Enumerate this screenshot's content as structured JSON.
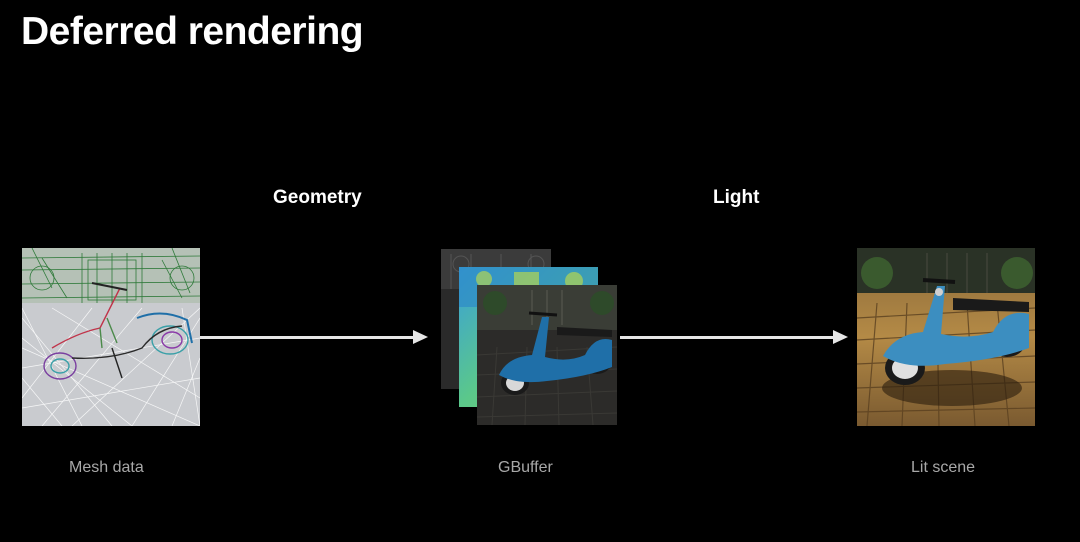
{
  "slide": {
    "title": "Deferred rendering"
  },
  "stages": {
    "geometry": "Geometry",
    "light": "Light"
  },
  "captions": {
    "mesh": "Mesh data",
    "gbuffer": "GBuffer",
    "lit": "Lit scene"
  },
  "colors": {
    "background": "#000000",
    "text": "#ffffff",
    "caption": "#a8a8a8",
    "arrow": "#e6e6e6",
    "scooter_blue": "#1f6fa8"
  }
}
